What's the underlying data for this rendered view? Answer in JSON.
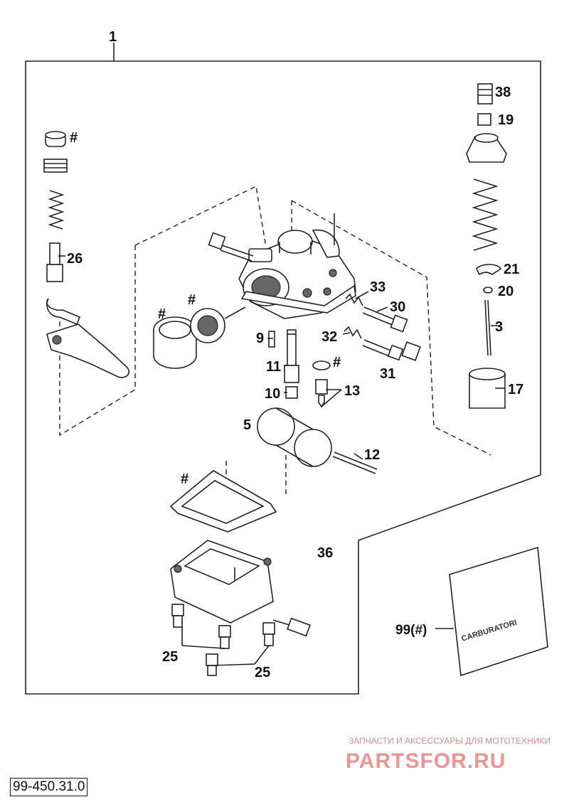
{
  "assembly_number": "1",
  "part_labels": {
    "p38": "38",
    "p19": "19",
    "p21": "21",
    "p20": "20",
    "p3": "3",
    "p17": "17",
    "p26": "26",
    "p33": "33",
    "p30": "30",
    "p32": "32",
    "p31": "31",
    "p9": "9",
    "p11": "11",
    "p10": "10",
    "p13": "13",
    "p5": "5",
    "p12": "12",
    "p36": "36",
    "p25a": "25",
    "p25b": "25",
    "p99": "99(#)"
  },
  "hash_marks": {
    "choke_cap": "#",
    "ring_left": "#",
    "ring_right": "#",
    "oring": "#",
    "gasket": "#"
  },
  "bag_text": {
    "line1": "CARBURATORI"
  },
  "watermark": {
    "tagline": "ЗАПЧАСТИ И АКСЕССУАРЫ ДЛЯ МОТОТЕХНИКИ",
    "brand": "PARTSFOR.RU"
  },
  "drawing_code": "99-450.31.0"
}
